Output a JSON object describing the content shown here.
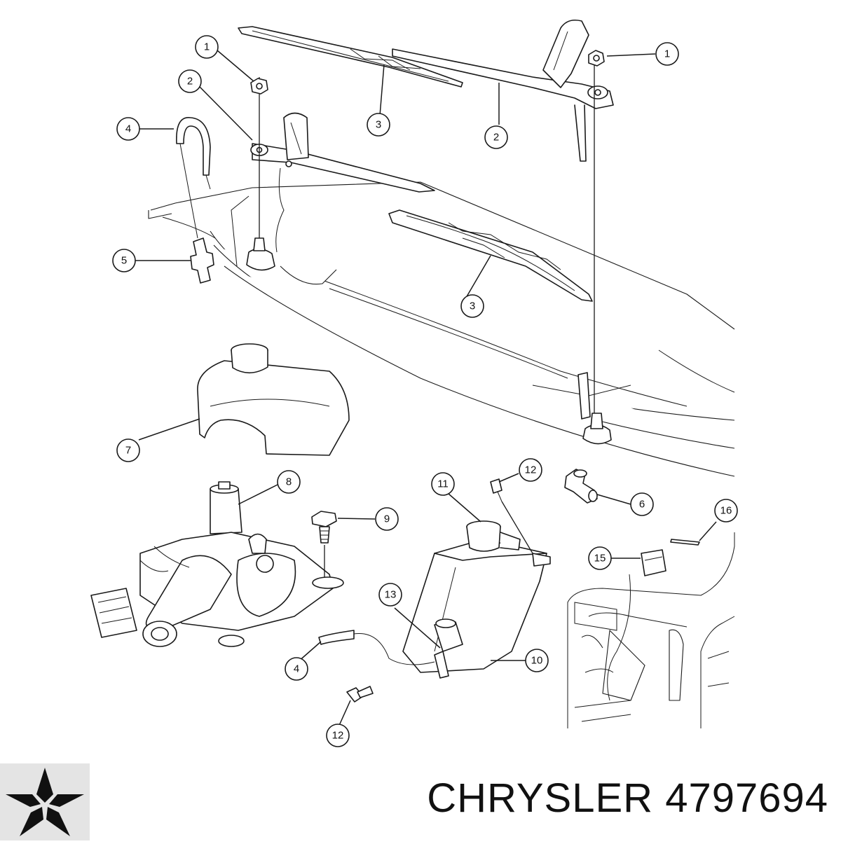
{
  "caption": {
    "brand": "CHRYSLER",
    "part_number": "4797694"
  },
  "logo": {
    "icon": "pentastar-icon",
    "color": "#111111",
    "background": "#e4e4e4"
  },
  "callouts": [
    {
      "id": "c1a",
      "label": "1"
    },
    {
      "id": "c1b",
      "label": "1"
    },
    {
      "id": "c2a",
      "label": "2"
    },
    {
      "id": "c2b",
      "label": "2"
    },
    {
      "id": "c3a",
      "label": "3"
    },
    {
      "id": "c3b",
      "label": "3"
    },
    {
      "id": "c4a",
      "label": "4"
    },
    {
      "id": "c4b",
      "label": "4"
    },
    {
      "id": "c5",
      "label": "5"
    },
    {
      "id": "c6",
      "label": "6"
    },
    {
      "id": "c7",
      "label": "7"
    },
    {
      "id": "c8",
      "label": "8"
    },
    {
      "id": "c9",
      "label": "9"
    },
    {
      "id": "c10",
      "label": "10"
    },
    {
      "id": "c11",
      "label": "11"
    },
    {
      "id": "c12a",
      "label": "12"
    },
    {
      "id": "c12b",
      "label": "12"
    },
    {
      "id": "c13",
      "label": "13"
    },
    {
      "id": "c15",
      "label": "15"
    },
    {
      "id": "c16",
      "label": "16"
    }
  ]
}
